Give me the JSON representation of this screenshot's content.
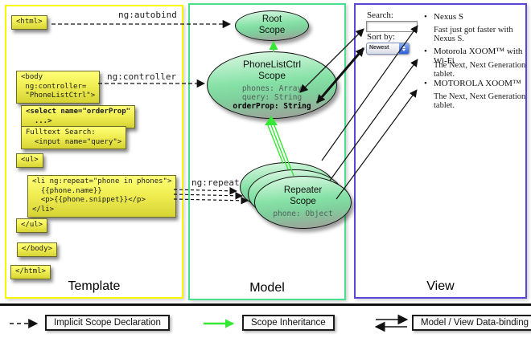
{
  "template": {
    "label": "Template",
    "annotation_autobind": "ng:autobind",
    "annotation_controller": "ng:controller",
    "annotation_repeat": "ng:repeat",
    "code": {
      "html_open": "<html>",
      "body_open": "<body\n ng:controller=\n \"PhoneListCtrl\">",
      "select": "<select name=\"orderProp\"\n  ...>",
      "fulltext": "Fulltext Search:\n  <input name=\"query\">",
      "ul_open": "<ul>",
      "li_repeat": "<li ng:repeat=\"phone in phones\">\n  {{phone.name}}\n  <p>{{phone.snippet}}</p>\n</li>",
      "ul_close": "</ul>",
      "body_close": "</body>",
      "html_close": "</html>"
    }
  },
  "model": {
    "label": "Model",
    "root_scope": {
      "line1": "Root",
      "line2": "Scope"
    },
    "phonelist_scope": {
      "line1": "PhoneListCtrl",
      "line2": "Scope",
      "prop_phones": "phones: Array",
      "prop_query": "query: String",
      "prop_orderprop": "orderProp: String"
    },
    "repeater_scope": {
      "line1": "Repeater",
      "line2": "Scope",
      "prop_phone": "phone: Object"
    }
  },
  "view": {
    "label": "View",
    "search_label": "Search:",
    "sort_label": "Sort by:",
    "sort_value": "Newest",
    "items": [
      {
        "bullet": "•",
        "name": "Nexus S",
        "desc": "Fast just got faster with Nexus S."
      },
      {
        "bullet": "•",
        "name": "Motorola XOOM™ with Wi-Fi",
        "desc": "The Next, Next Generation tablet."
      },
      {
        "bullet": "•",
        "name": "MOTOROLA XOOM™",
        "desc": "The Next, Next Generation tablet."
      }
    ]
  },
  "legend": {
    "implicit": "Implicit Scope Declaration",
    "inheritance": "Scope Inheritance",
    "databinding": "Model / View Data-binding"
  },
  "colors": {
    "template_border": "#f8f800",
    "model_border": "#47e08d",
    "view_border": "#5846d6",
    "inheritance_green": "#35e835",
    "chip_fill": "#f0ee52",
    "scope_fill_top": "#cff4da",
    "scope_fill_bottom": "#9aa79a"
  }
}
